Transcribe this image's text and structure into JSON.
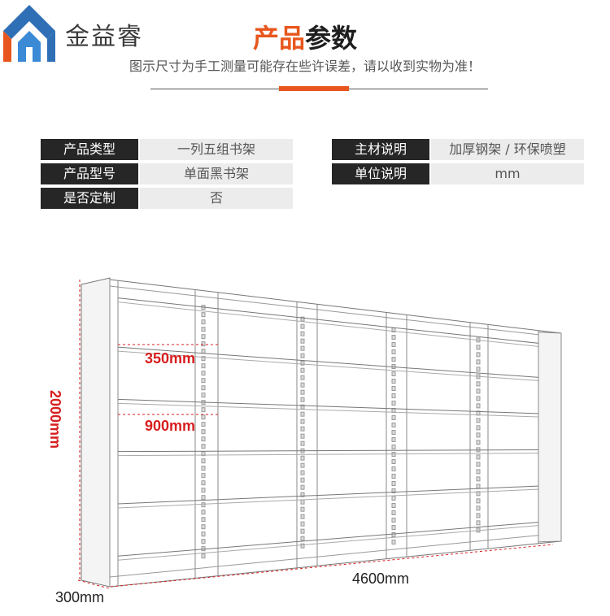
{
  "brand": {
    "name": "金益睿"
  },
  "header": {
    "title_accent": "产品",
    "title_rest": "参数",
    "subtitle": "图示尺寸为手工测量可能存在些许误差，请以收到实物为准！"
  },
  "specs": [
    {
      "label": "产品类型",
      "value": "一列五组书架"
    },
    {
      "label": "产品型号",
      "value": "单面黑书架"
    },
    {
      "label": "是否定制",
      "value": "否"
    },
    {
      "label": "主材说明",
      "value": "加厚钢架 / 环保喷塑"
    },
    {
      "label": "单位说明",
      "value": "mm"
    }
  ],
  "dimensions": {
    "height": "2000mm",
    "shelf_gap": "350mm",
    "column_width": "900mm",
    "total_length": "4600mm",
    "depth": "300mm"
  },
  "colors": {
    "accent": "#e8561d",
    "dimension": "#d81e1e",
    "label_bg": "#262626",
    "value_bg": "#ececec"
  }
}
